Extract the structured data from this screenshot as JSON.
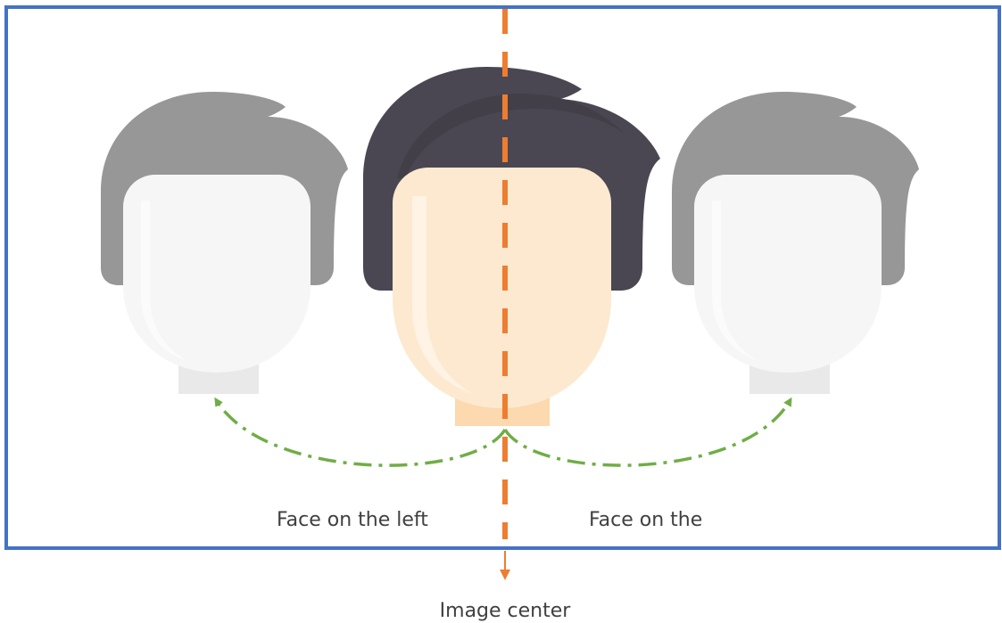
{
  "labels": {
    "left": "Face on the left",
    "right": "Face on the",
    "center": "Image center"
  },
  "figures": [
    {
      "name": "left-face",
      "role": "ghost"
    },
    {
      "name": "center-face",
      "role": "main"
    },
    {
      "name": "right-face",
      "role": "ghost"
    }
  ],
  "colors": {
    "frame": "#4472C4",
    "center_line": "#ED7D31",
    "arrows": "#70AD47",
    "main_hair": "#4A4752",
    "main_skin": "#FDE9D0",
    "main_neck": "#FCD9AE",
    "ghost_hair": "#979797",
    "ghost_skin": "#F6F6F6",
    "ghost_neck": "#E9E9E9"
  }
}
